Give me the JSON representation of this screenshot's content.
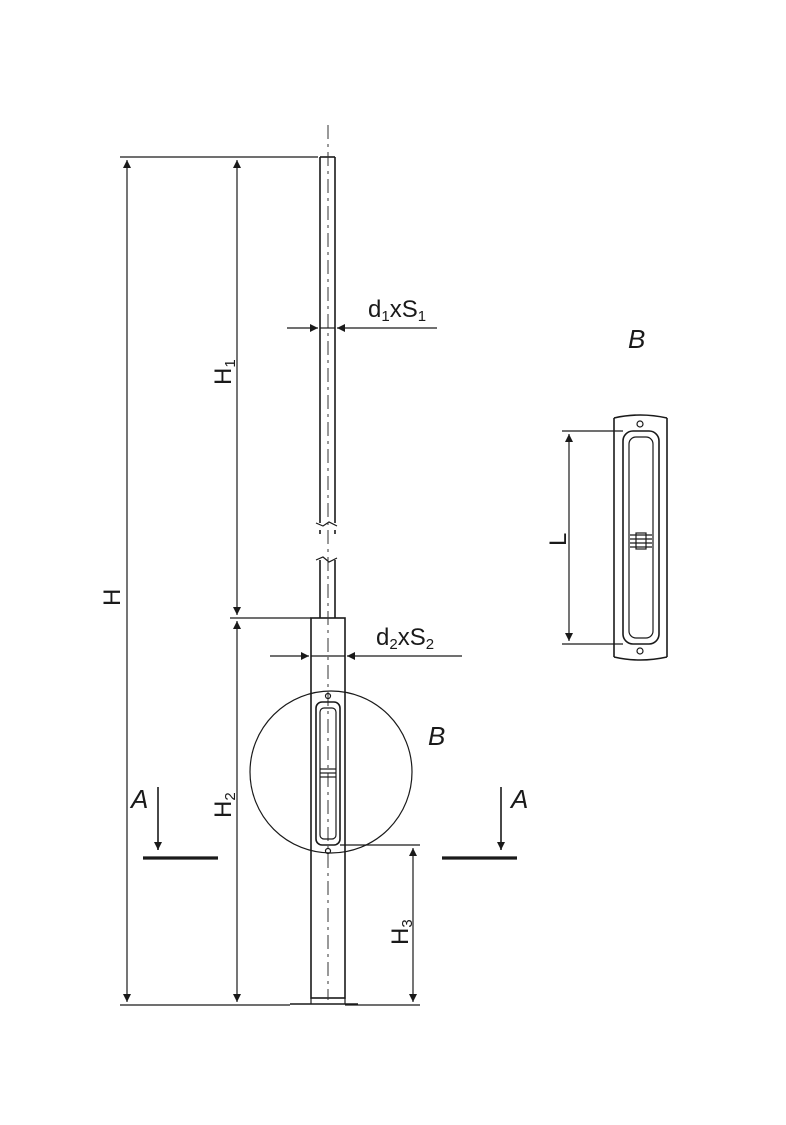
{
  "dimensions": {
    "total_height": "H",
    "upper_height": {
      "main": "H",
      "sub": "1"
    },
    "lower_height": {
      "main": "H",
      "sub": "2"
    },
    "hatch_height": {
      "main": "H",
      "sub": "3"
    },
    "upper_section": {
      "d": "d",
      "d_sub": "1",
      "x": "xS",
      "s_sub": "1"
    },
    "lower_section": {
      "d": "d",
      "d_sub": "2",
      "x": "xS",
      "s_sub": "2"
    },
    "hatch_length": "L"
  },
  "section": {
    "left_label": "A",
    "right_label": "A"
  },
  "detail": {
    "circle_label": "B",
    "view_label": "B"
  }
}
